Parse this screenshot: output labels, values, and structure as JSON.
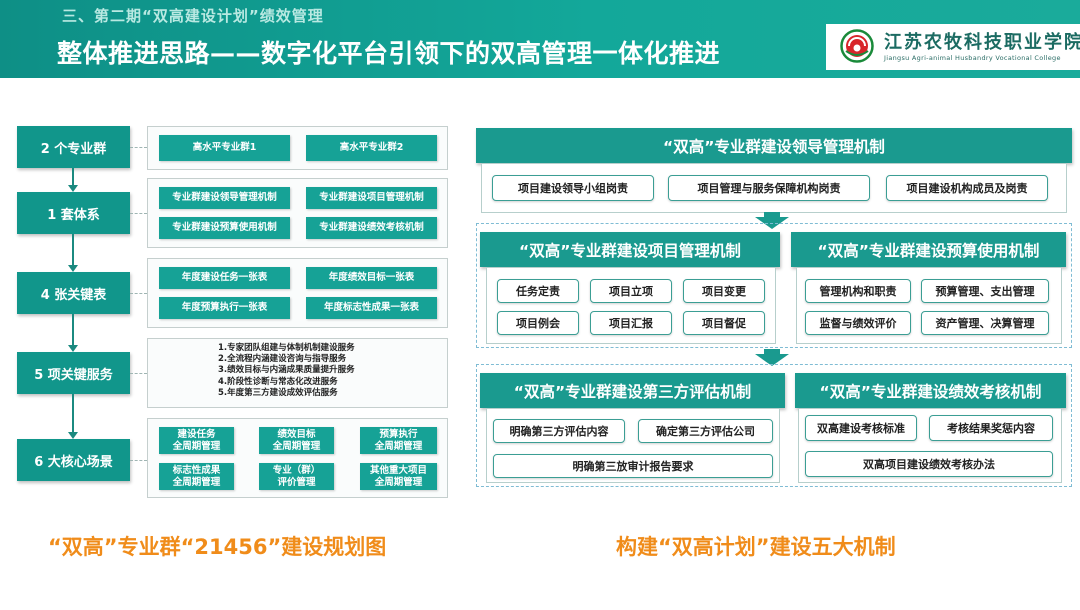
{
  "header": {
    "section_title": "三、第二期“双高建设计划”绩效管理",
    "main_title": "整体推进思路——数字化平台引领下的双高管理一体化推进",
    "logo_cn": "江苏农牧科技职业学院",
    "logo_en": "Jiangsu Agri-animal Husbandry Vocational College",
    "theme_color": "#13a89a",
    "caption_color": "#f08c1a"
  },
  "left": {
    "nodes": [
      "2 个专业群",
      "1 套体系",
      "4 张关键表",
      "5 项关键服务",
      "6 大核心场景"
    ],
    "groups": {
      "g1": [
        "高水平专业群1",
        "高水平专业群2"
      ],
      "g2": [
        "专业群建设领导管理机制",
        "专业群建设项目管理机制",
        "专业群建设预算使用机制",
        "专业群建设绩效考核机制"
      ],
      "g3": [
        "年度建设任务一张表",
        "年度绩效目标一张表",
        "年度预算执行一张表",
        "年度标志性成果一张表"
      ],
      "services": [
        "1.专家团队组建与体制机制建设服务",
        "2.全流程内涵建设咨询与指导服务",
        "3.绩效目标与内涵成果质量提升服务",
        "4.阶段性诊断与常态化改进服务",
        "5.年度第三方建设成效评估服务"
      ],
      "scenes": [
        {
          "l1": "建设任务",
          "l2": "全周期管理"
        },
        {
          "l1": "绩效目标",
          "l2": "全周期管理"
        },
        {
          "l1": "预算执行",
          "l2": "全周期管理"
        },
        {
          "l1": "标志性成果",
          "l2": "全周期管理"
        },
        {
          "l1": "专业（群）",
          "l2": "评价管理"
        },
        {
          "l1": "其他重大项目",
          "l2": "全周期管理"
        }
      ]
    },
    "caption": "“双高”专业群“21456”建设规划图"
  },
  "right": {
    "leader": {
      "title": "“双高”专业群建设领导管理机制",
      "items": [
        "项目建设领导小组岗责",
        "项目管理与服务保障机构岗责",
        "项目建设机构成员及岗责"
      ]
    },
    "project": {
      "title": "“双高”专业群建设项目管理机制",
      "items": [
        "任务定责",
        "项目立项",
        "项目变更",
        "项目例会",
        "项目汇报",
        "项目督促"
      ]
    },
    "budget": {
      "title": "“双高”专业群建设预算使用机制",
      "items": [
        "管理机构和职责",
        "预算管理、支出管理",
        "监督与绩效评价",
        "资产管理、决算管理"
      ]
    },
    "third": {
      "title": "“双高”专业群建设第三方评估机制",
      "items": [
        "明确第三方评估内容",
        "确定第三方评估公司",
        "明确第三放审计报告要求"
      ]
    },
    "perf": {
      "title": "“双高”专业群建设绩效考核机制",
      "items": [
        "双高建设考核标准",
        "考核结果奖惩内容",
        "双高项目建设绩效考核办法"
      ]
    },
    "caption": "构建“双高计划”建设五大机制"
  }
}
